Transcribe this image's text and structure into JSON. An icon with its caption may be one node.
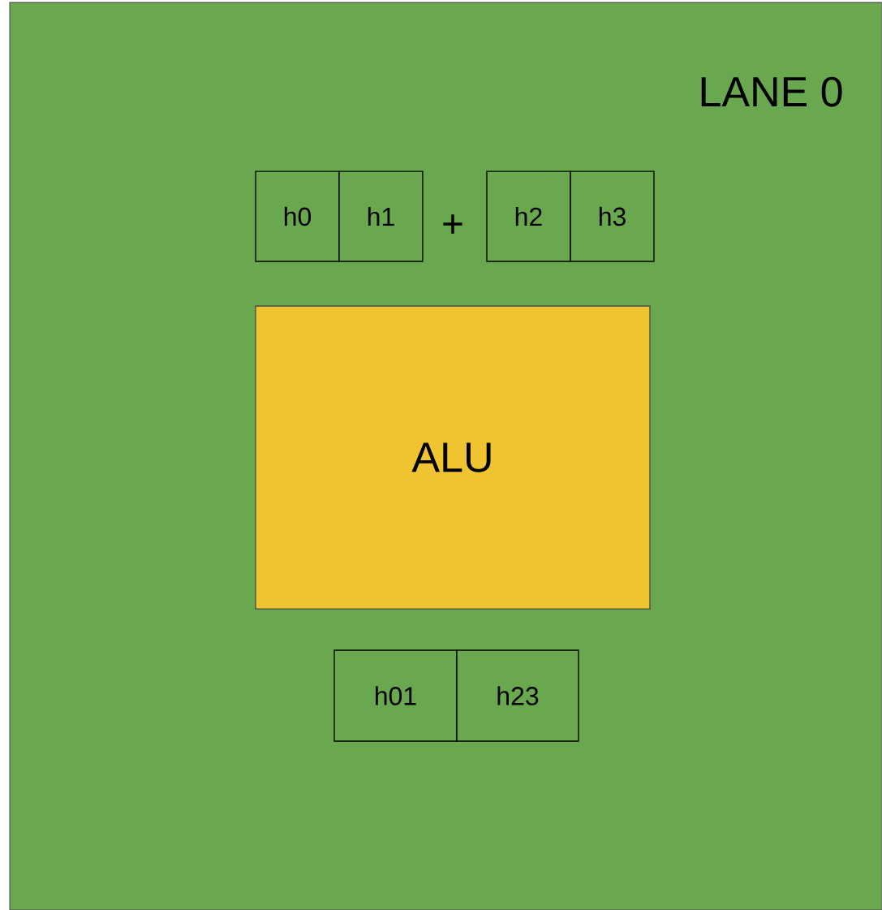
{
  "diagram": {
    "nodes": [
      {
        "text": [
          "LANE 0"
        ]
      },
      {
        "text": [
          "h0"
        ],
        "in": 0
      },
      {
        "text": [
          "h1"
        ],
        "in": 0
      },
      {
        "text": [
          "h2"
        ],
        "in": 0
      },
      {
        "text": [
          "h3"
        ],
        "in": 0
      },
      {
        "text": [
          "ALU"
        ],
        "in": 0
      },
      {
        "text": [
          "h01"
        ],
        "in": 0
      },
      {
        "text": [
          "h23"
        ],
        "in": 0
      }
    ],
    "labels": [
      "+"
    ]
  }
}
